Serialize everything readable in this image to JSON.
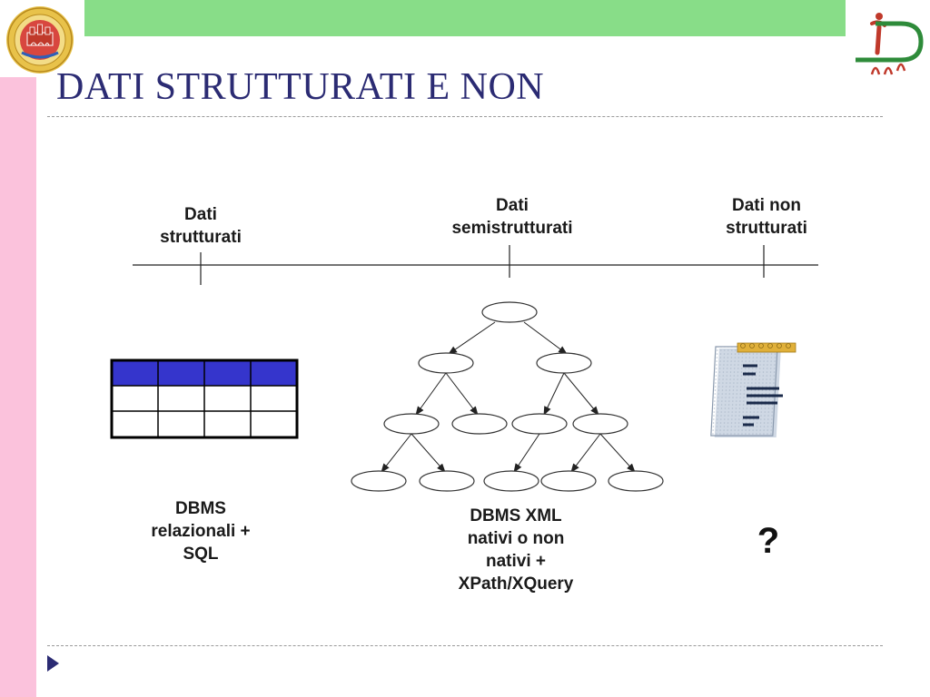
{
  "slide": {
    "title": "DATI STRUTTURATI E NON"
  },
  "axis": {
    "categories": [
      {
        "lines": [
          "Dati",
          "strutturati"
        ]
      },
      {
        "lines": [
          "Dati",
          "semistrutturati"
        ]
      },
      {
        "lines": [
          "Dati non",
          "strutturati"
        ]
      }
    ]
  },
  "tools": {
    "structured": [
      "DBMS",
      "relazionali +",
      "SQL"
    ],
    "semistructured": [
      "DBMS XML",
      "nativi o non",
      "nativi +",
      "XPath/XQuery"
    ],
    "unstructured": "?"
  },
  "table": {
    "rows": 3,
    "cols": 4,
    "header_color": "#3535cc"
  },
  "colors": {
    "title": "#2b2b73",
    "pink_bar": "#fbc2dc",
    "green_bar": "#88dd88",
    "logo_red": "#c0392b",
    "logo_green": "#2e8b3a"
  },
  "icons": {
    "university_seal": "university-seal-icon",
    "lab_logo": "lab-logo-icon",
    "notepad": "notepad-icon",
    "nav_arrow": "nav-arrow-icon"
  }
}
